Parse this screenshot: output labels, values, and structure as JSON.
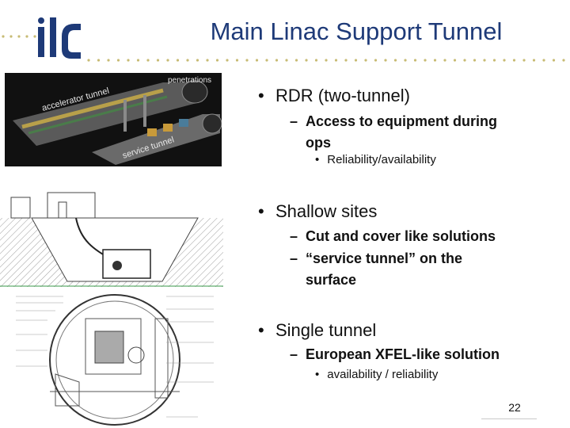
{
  "slide": {
    "title": "Main Linac Support Tunnel",
    "page_number": "22",
    "accent_color": "#1e3a78",
    "dot_color": "#c8bb74"
  },
  "logo": {
    "text": "ilc",
    "icon": "ilc-logo"
  },
  "figures": {
    "tunnel_render": {
      "labels": [
        "accelerator tunnel",
        "penetrations",
        "service tunnel"
      ]
    }
  },
  "sections": [
    {
      "bullet": "RDR (two-tunnel)",
      "subs": [
        {
          "text_lines": [
            "Access to equipment during",
            "ops"
          ],
          "subsubs": [
            "Reliability/availability"
          ]
        }
      ]
    },
    {
      "bullet": "Shallow sites",
      "subs": [
        {
          "text_lines": [
            "Cut and cover like solutions"
          ],
          "subsubs": []
        },
        {
          "text_lines": [
            "“service tunnel” on the",
            "surface"
          ],
          "subsubs": []
        }
      ]
    },
    {
      "bullet": "Single tunnel",
      "subs": [
        {
          "text_lines": [
            "European XFEL-like solution"
          ],
          "subsubs": [
            "availability / reliability"
          ]
        }
      ]
    }
  ]
}
